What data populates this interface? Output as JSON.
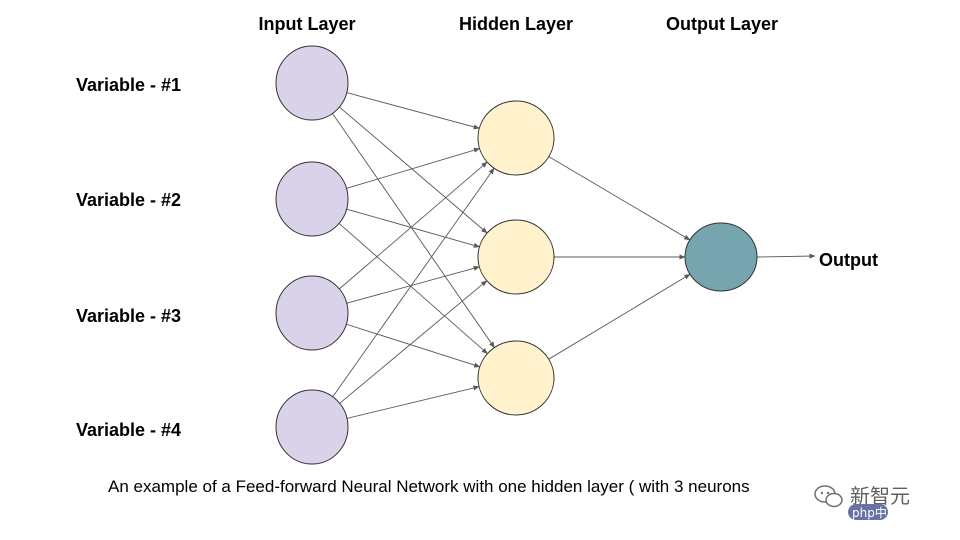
{
  "layers": {
    "input": "Input Layer",
    "hidden": "Hidden Layer",
    "output": "Output Layer"
  },
  "input_variables": [
    "Variable - #1",
    "Variable - #2",
    "Variable - #3",
    "Variable - #4"
  ],
  "output_label": "Output",
  "caption": "An example of a Feed-forward Neural Network with one hidden layer ( with 3 neurons",
  "watermark": {
    "brand_text": "新智元",
    "site_text": "php中文网"
  },
  "colors": {
    "input_node": "#d9d2e9",
    "hidden_node": "#fff2cc",
    "output_node": "#76a5af",
    "edge": "#595959"
  }
}
